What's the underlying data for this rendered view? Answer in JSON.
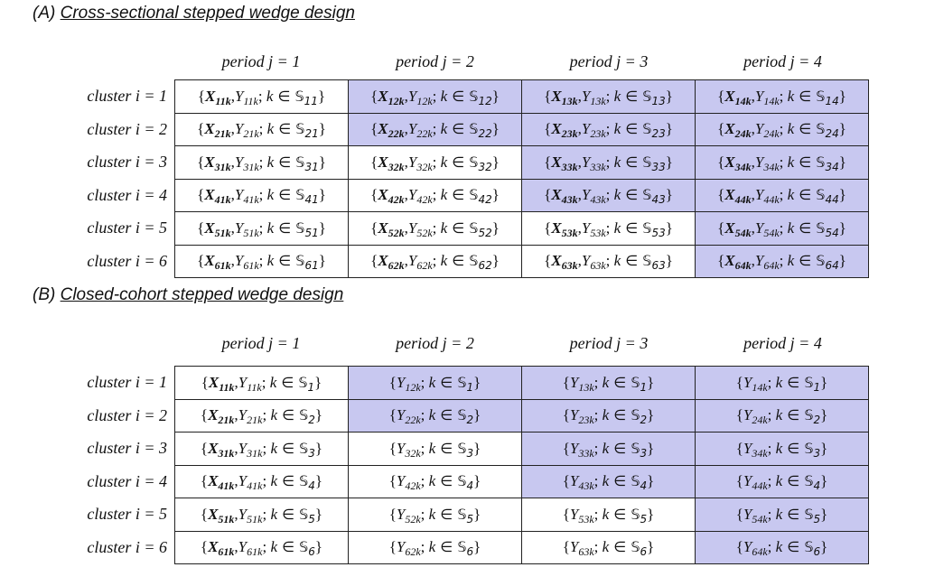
{
  "panels": [
    {
      "label": "(A) ",
      "title": "Cross-sectional stepped wedge design",
      "headers": [
        "period j = 1",
        "period j = 2",
        "period j = 3",
        "period j = 4"
      ],
      "rows": [
        "cluster i = 1",
        "cluster i = 2",
        "cluster i = 3",
        "cluster i = 4",
        "cluster i = 5",
        "cluster i = 6"
      ],
      "cells": [
        [
          {
            "x": "11k",
            "y": "11k",
            "s": "11",
            "shaded": false
          },
          {
            "x": "12k",
            "y": "12k",
            "s": "12",
            "shaded": true
          },
          {
            "x": "13k",
            "y": "13k",
            "s": "13",
            "shaded": true
          },
          {
            "x": "14k",
            "y": "14k",
            "s": "14",
            "shaded": true
          }
        ],
        [
          {
            "x": "21k",
            "y": "21k",
            "s": "21",
            "shaded": false
          },
          {
            "x": "22k",
            "y": "22k",
            "s": "22",
            "shaded": true
          },
          {
            "x": "23k",
            "y": "23k",
            "s": "23",
            "shaded": true
          },
          {
            "x": "24k",
            "y": "24k",
            "s": "24",
            "shaded": true
          }
        ],
        [
          {
            "x": "31k",
            "y": "31k",
            "s": "31",
            "shaded": false
          },
          {
            "x": "32k",
            "y": "32k",
            "s": "32",
            "shaded": false
          },
          {
            "x": "33k",
            "y": "33k",
            "s": "33",
            "shaded": true
          },
          {
            "x": "34k",
            "y": "34k",
            "s": "34",
            "shaded": true
          }
        ],
        [
          {
            "x": "41k",
            "y": "41k",
            "s": "41",
            "shaded": false
          },
          {
            "x": "42k",
            "y": "42k",
            "s": "42",
            "shaded": false
          },
          {
            "x": "43k",
            "y": "43k",
            "s": "43",
            "shaded": true
          },
          {
            "x": "44k",
            "y": "44k",
            "s": "44",
            "shaded": true
          }
        ],
        [
          {
            "x": "51k",
            "y": "51k",
            "s": "51",
            "shaded": false
          },
          {
            "x": "52k",
            "y": "52k",
            "s": "52",
            "shaded": false
          },
          {
            "x": "53k",
            "y": "53k",
            "s": "53",
            "shaded": false
          },
          {
            "x": "54k",
            "y": "54k",
            "s": "54",
            "shaded": true
          }
        ],
        [
          {
            "x": "61k",
            "y": "61k",
            "s": "61",
            "shaded": false
          },
          {
            "x": "62k",
            "y": "62k",
            "s": "62",
            "shaded": false
          },
          {
            "x": "63k",
            "y": "63k",
            "s": "63",
            "shaded": false
          },
          {
            "x": "64k",
            "y": "64k",
            "s": "64",
            "shaded": true
          }
        ]
      ]
    },
    {
      "label": "(B) ",
      "title": "Closed-cohort stepped wedge design",
      "headers": [
        "period j = 1",
        "period j = 2",
        "period j = 3",
        "period j = 4"
      ],
      "rows": [
        "cluster i = 1",
        "cluster i = 2",
        "cluster i = 3",
        "cluster i = 4",
        "cluster i = 5",
        "cluster i = 6"
      ],
      "cells": [
        [
          {
            "x": "11k",
            "y": "11k",
            "s": "1",
            "shaded": false
          },
          {
            "y": "12k",
            "s": "1",
            "shaded": true
          },
          {
            "y": "13k",
            "s": "1",
            "shaded": true
          },
          {
            "y": "14k",
            "s": "1",
            "shaded": true
          }
        ],
        [
          {
            "x": "21k",
            "y": "21k",
            "s": "2",
            "shaded": false
          },
          {
            "y": "22k",
            "s": "2",
            "shaded": true
          },
          {
            "y": "23k",
            "s": "2",
            "shaded": true
          },
          {
            "y": "24k",
            "s": "2",
            "shaded": true
          }
        ],
        [
          {
            "x": "31k",
            "y": "31k",
            "s": "3",
            "shaded": false
          },
          {
            "y": "32k",
            "s": "3",
            "shaded": false
          },
          {
            "y": "33k",
            "s": "3",
            "shaded": true
          },
          {
            "y": "34k",
            "s": "3",
            "shaded": true
          }
        ],
        [
          {
            "x": "41k",
            "y": "41k",
            "s": "4",
            "shaded": false
          },
          {
            "y": "42k",
            "s": "4",
            "shaded": false
          },
          {
            "y": "43k",
            "s": "4",
            "shaded": true
          },
          {
            "y": "44k",
            "s": "4",
            "shaded": true
          }
        ],
        [
          {
            "x": "51k",
            "y": "51k",
            "s": "5",
            "shaded": false
          },
          {
            "y": "52k",
            "s": "5",
            "shaded": false
          },
          {
            "y": "53k",
            "s": "5",
            "shaded": false
          },
          {
            "y": "54k",
            "s": "5",
            "shaded": true
          }
        ],
        [
          {
            "x": "61k",
            "y": "61k",
            "s": "6",
            "shaded": false
          },
          {
            "y": "62k",
            "s": "6",
            "shaded": false
          },
          {
            "y": "63k",
            "s": "6",
            "shaded": false
          },
          {
            "y": "64k",
            "s": "6",
            "shaded": true
          }
        ]
      ]
    }
  ],
  "colors": {
    "shaded": "#c8c8f0"
  }
}
